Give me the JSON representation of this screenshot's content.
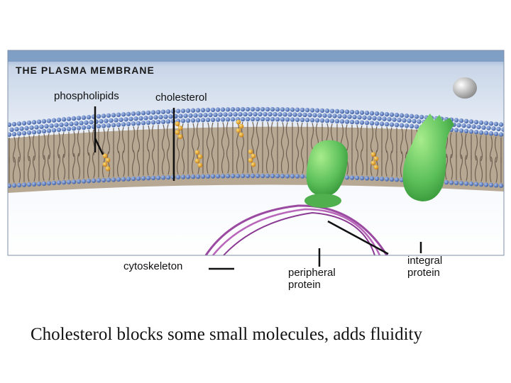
{
  "diagram": {
    "title": "THE PLASMA MEMBRANE",
    "labels": {
      "phospholipids": "phospholipids",
      "cholesterol": "cholesterol",
      "cytoskeleton": "cytoskeleton",
      "peripheral_protein": "peripheral\nprotein",
      "integral_protein": "integral\nprotein"
    },
    "caption": "Cholesterol blocks some small molecules, adds fluidity"
  },
  "colors": {
    "sky_top": "#7f9fc5",
    "sky_bottom": "#eef3f9",
    "head_blue": "#4e6fb0",
    "tail_brown": "#7a6a5a",
    "cholesterol": "#e0a030",
    "protein_green": "#5cc05a",
    "cytoskeleton": "#9a4aa0",
    "pointer": "#111111"
  }
}
